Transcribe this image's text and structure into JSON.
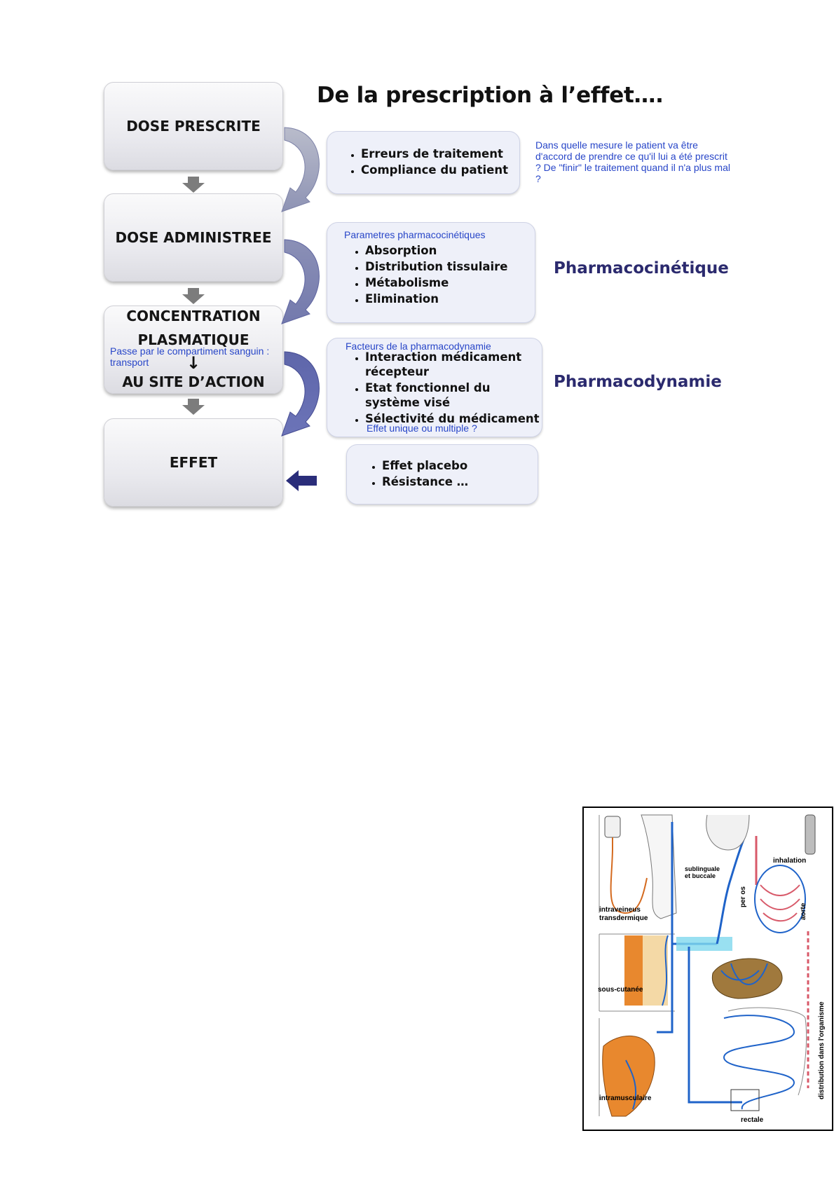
{
  "title": "De la prescription à l’effet….",
  "stages": {
    "dose_prescrite": "DOSE PRESCRITE",
    "dose_administree": "DOSE ADMINISTREE",
    "concentration_line1": "CONCENTRATION",
    "concentration_line2": "PLASMATIQUE",
    "concentration_note": "Passe par le compartiment sanguin : transport",
    "concentration_arrow": "↓",
    "site_action": "AU SITE D’ACTION",
    "effet": "EFFET"
  },
  "box1": {
    "items": [
      "Erreurs de traitement",
      "Compliance du patient"
    ],
    "note": "Dans quelle mesure le patient va être d'accord de prendre ce qu'il lui a été prescrit ? De \"finir\" le traitement quand il n'a plus mal ?"
  },
  "box2": {
    "heading": "Parametres pharmacocinétiques",
    "items": [
      "Absorption",
      "Distribution tissulaire",
      "Métabolisme",
      "Elimination"
    ],
    "side_label": "Pharmacocinétique"
  },
  "box3": {
    "heading": "Facteurs de la pharmacodynamie",
    "items": [
      "Interaction médicament récepteur",
      "Etat fonctionnel du système visé",
      "Sélectivité du médicament"
    ],
    "note": "Effet unique ou multiple ?",
    "side_label": "Pharmacodynamie"
  },
  "box4": {
    "items": [
      "Effet placebo",
      "Résistance …"
    ]
  },
  "illustration": {
    "labels": {
      "inhalation": "inhalation",
      "sublinguale": "sublinguale",
      "et_buccale": "et buccale",
      "intraveineus": "intraveineus",
      "transdermique": "transdermique",
      "per_os": "per os",
      "aorte": "aorte",
      "sous_cutanee": "sous-cutanée",
      "intramusculaire": "intramusculaire",
      "rectale": "rectale",
      "distribution": "distribution dans l'organisme"
    },
    "colors": {
      "vessel": "#1f63c9",
      "highlight": "#7fd8ee",
      "liver": "#a0793d",
      "skin": "#e8882e"
    }
  }
}
